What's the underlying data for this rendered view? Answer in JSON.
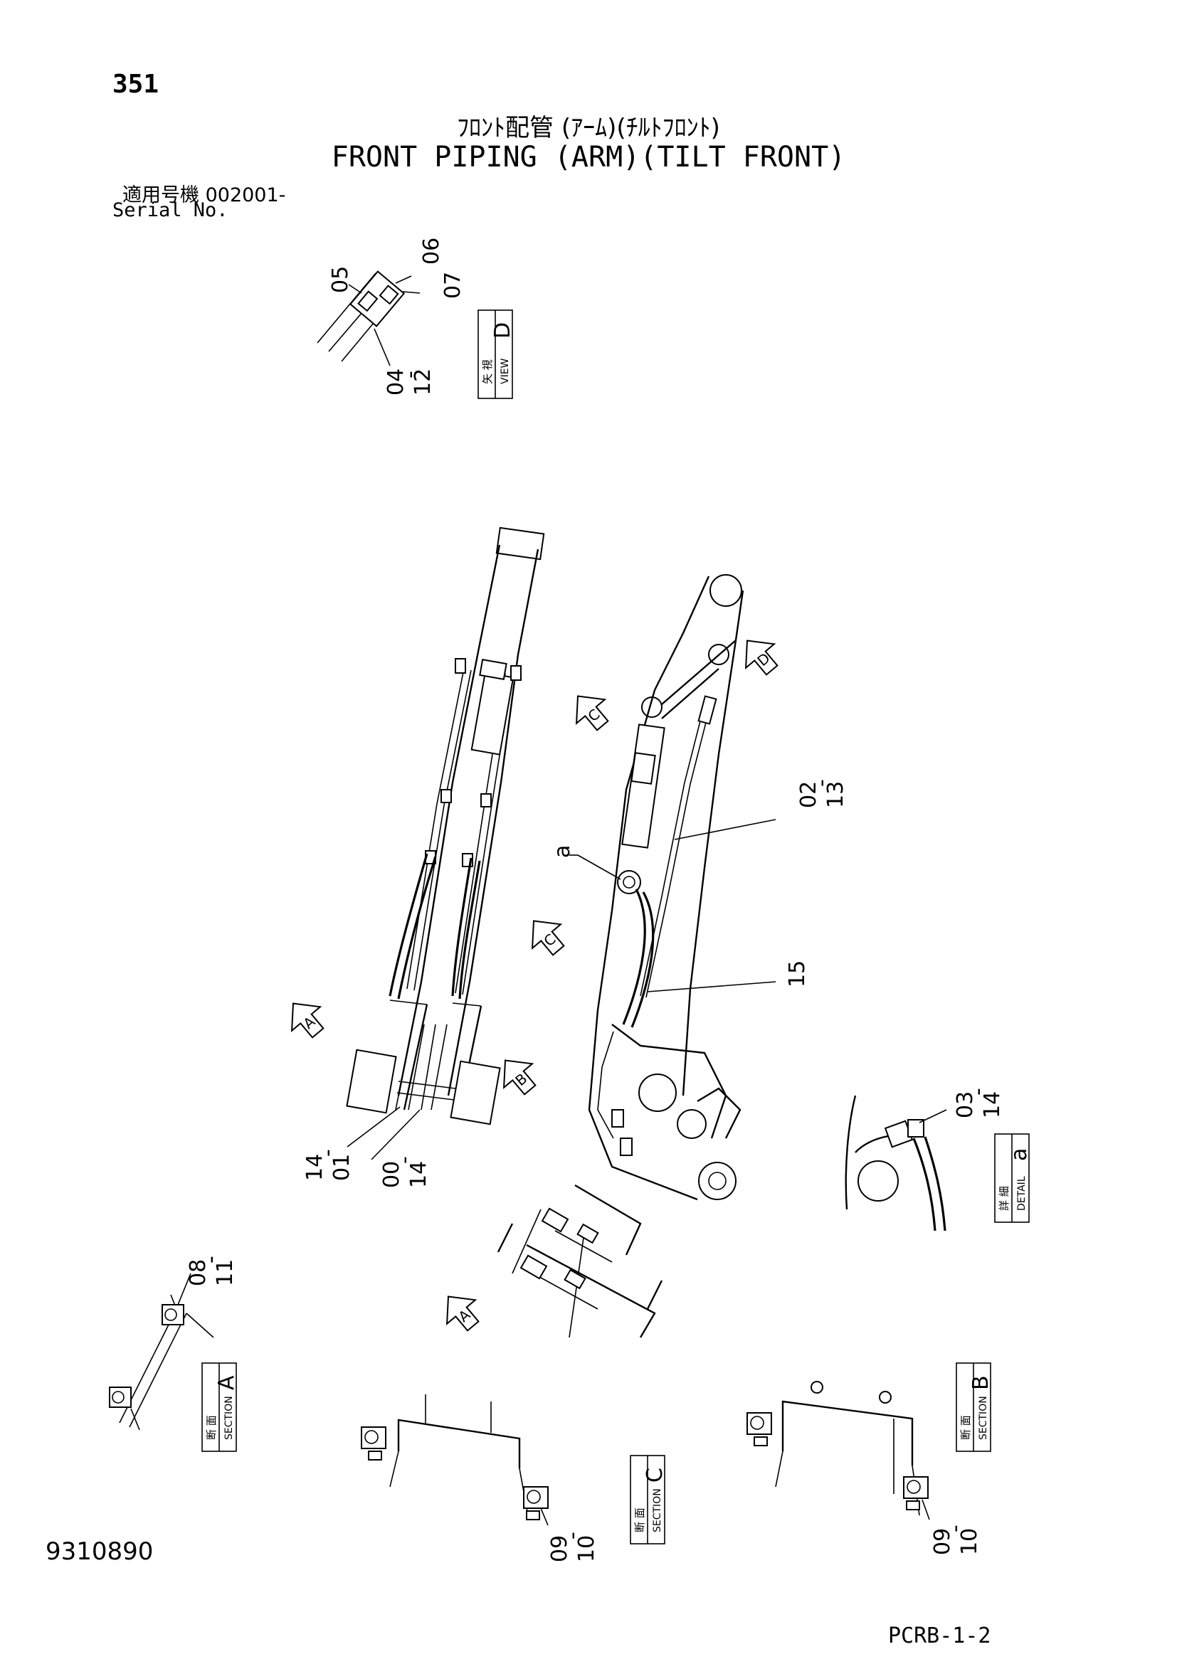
{
  "header": {
    "page_number": "351",
    "title_jp": "ﾌﾛﾝﾄ配管 (ｱｰﾑ)(ﾁﾙﾄﾌﾛﾝﾄ)",
    "title_en": "FRONT PIPING (ARM)(TILT FRONT)",
    "serial_jp": "適用号機  002001-",
    "serial_en": "Serial No."
  },
  "footer": {
    "document_number": "9310890",
    "page_ref": "PCRB-1-2"
  },
  "views": {
    "view_d": {
      "jp": "矢 視",
      "en": "VIEW",
      "letter": "D"
    },
    "detail_a": {
      "jp": "詳 細",
      "en": "DETAIL",
      "letter": "a"
    },
    "section_a": {
      "jp": "断 面",
      "en": "SECTION",
      "letter": "A"
    },
    "section_b": {
      "jp": "断 面",
      "en": "SECTION",
      "letter": "B"
    },
    "section_c": {
      "jp": "断 面",
      "en": "SECTION",
      "letter": "C"
    }
  },
  "arrow_markers": {
    "a1": "A",
    "a2": "A",
    "b": "B",
    "c1": "C",
    "c2": "C",
    "d": "D"
  },
  "callouts": {
    "view_d_05": "05",
    "view_d_06": "06",
    "view_d_07": "07",
    "view_d_04": "04",
    "view_d_12": "12",
    "arm_02": "02",
    "arm_13": "13",
    "arm_15": "15",
    "arm_a": "a",
    "left_14": "14",
    "left_01": "01",
    "left_00": "00",
    "left_14b": "14",
    "detail_03": "03",
    "detail_14": "14",
    "sec_a_08": "08",
    "sec_a_11": "11",
    "sec_c_09": "09",
    "sec_c_10": "10",
    "sec_b_09": "09",
    "sec_b_10": "10",
    "dash": "-"
  }
}
